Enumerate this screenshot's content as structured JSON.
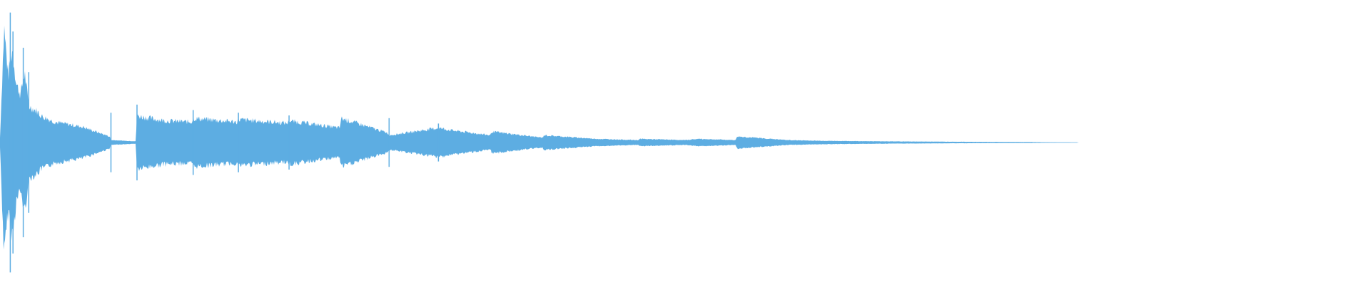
{
  "waveform": {
    "color": "#5dade2",
    "background": "#ffffff",
    "envelope": {
      "t": [
        0.0,
        0.003,
        0.006,
        0.009,
        0.012,
        0.015,
        0.018,
        0.021,
        0.024,
        0.027,
        0.03,
        0.04,
        0.06,
        0.08,
        0.081,
        0.099,
        0.1,
        0.12,
        0.14,
        0.141,
        0.173,
        0.174,
        0.21,
        0.211,
        0.248,
        0.249,
        0.283,
        0.284,
        0.32,
        0.33,
        0.358,
        0.359,
        0.396,
        0.397,
        0.435,
        0.436,
        0.466,
        0.467,
        0.5,
        0.51,
        0.537,
        0.538,
        0.575,
        0.6,
        0.64,
        0.7,
        0.75,
        0.79
      ],
      "amp": [
        0.04,
        0.95,
        0.55,
        0.78,
        0.48,
        0.4,
        0.58,
        0.3,
        0.28,
        0.26,
        0.22,
        0.17,
        0.13,
        0.05,
        0.02,
        0.01,
        0.22,
        0.18,
        0.17,
        0.2,
        0.17,
        0.19,
        0.16,
        0.18,
        0.12,
        0.2,
        0.08,
        0.06,
        0.12,
        0.1,
        0.06,
        0.09,
        0.04,
        0.06,
        0.03,
        0.03,
        0.02,
        0.03,
        0.02,
        0.03,
        0.02,
        0.05,
        0.02,
        0.014,
        0.01,
        0.006,
        0.004,
        0.0
      ]
    },
    "spikes": [
      {
        "t": 0.0075,
        "amp": 0.96
      },
      {
        "t": 0.0095,
        "amp": 0.82
      },
      {
        "t": 0.017,
        "amp": 0.7
      },
      {
        "t": 0.021,
        "amp": 0.52
      },
      {
        "t": 0.081,
        "amp": 0.22
      },
      {
        "t": 0.1,
        "amp": 0.28
      },
      {
        "t": 0.141,
        "amp": 0.24
      },
      {
        "t": 0.174,
        "amp": 0.22
      },
      {
        "t": 0.211,
        "amp": 0.2
      },
      {
        "t": 0.284,
        "amp": 0.18
      },
      {
        "t": 0.32,
        "amp": 0.14
      }
    ]
  }
}
